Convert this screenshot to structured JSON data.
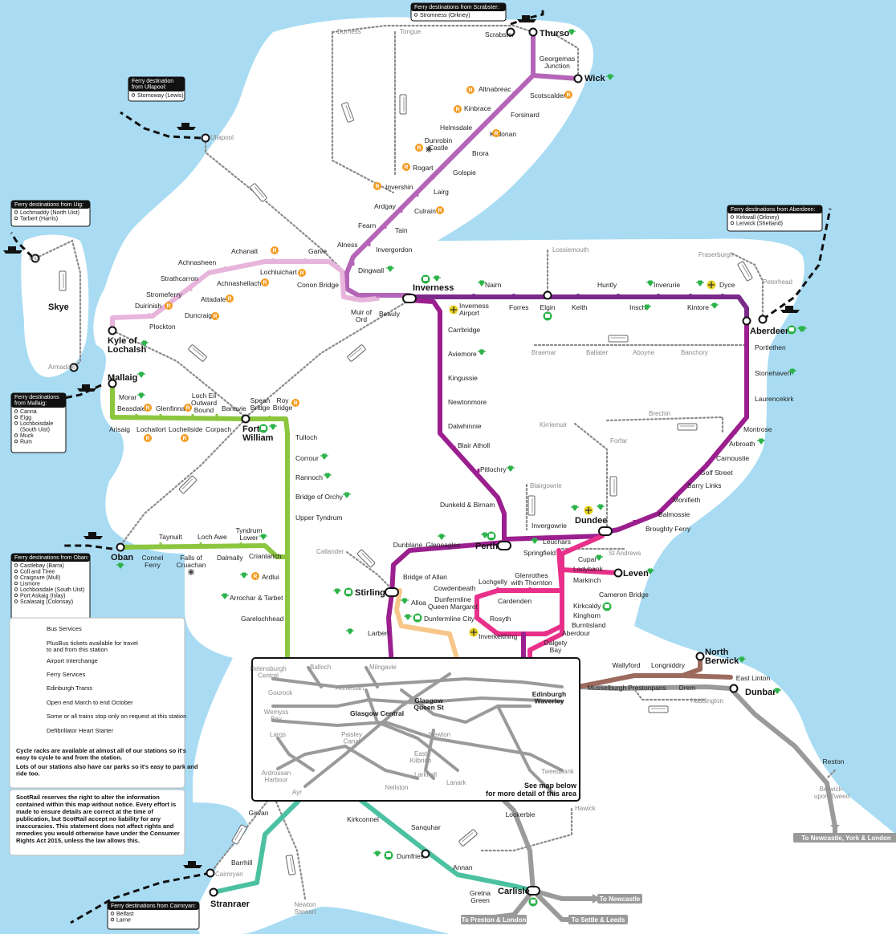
{
  "colors": {
    "sea": "#a9dcf3",
    "land": "#ffffff",
    "far_north": "#b565b8",
    "kyle": "#e7b4dc",
    "highland_main": "#9b1f8e",
    "aberdeen": "#7a2a8a",
    "west_highland": "#8cc63f",
    "fife": "#e8308a",
    "stirling_orange": "#f7c68a",
    "central_grey": "#9a9a9a",
    "east_coast_brown": "#9c6b5e",
    "southwest_teal": "#4cc1a2",
    "bus_dotted": "#8c8c8c",
    "ferry_dash": "#111111",
    "heart_green": "#2db34a",
    "request_orange": "#f39a1e",
    "airport_yellow": "#e8d21c"
  },
  "major_stations": [
    {
      "key": "thurso",
      "label": "Thurso"
    },
    {
      "key": "wick",
      "label": "Wick"
    },
    {
      "key": "inverness",
      "label": "Inverness"
    },
    {
      "key": "kyle",
      "label": "Kyle of\nLochalsh"
    },
    {
      "key": "mallaig",
      "label": "Mallaig"
    },
    {
      "key": "fort_william",
      "label": "Fort\nWilliam"
    },
    {
      "key": "aberdeen",
      "label": "Aberdeen"
    },
    {
      "key": "oban",
      "label": "Oban"
    },
    {
      "key": "perth",
      "label": "Perth"
    },
    {
      "key": "dundee",
      "label": "Dundee"
    },
    {
      "key": "stirling",
      "label": "Stirling"
    },
    {
      "key": "leven",
      "label": "Leven"
    },
    {
      "key": "north_berwick",
      "label": "North\nBerwick"
    },
    {
      "key": "dunbar",
      "label": "Dunbar"
    },
    {
      "key": "carlisle",
      "label": "Carlisle"
    },
    {
      "key": "stranraer",
      "label": "Stranraer"
    }
  ],
  "stations": {
    "far_north": [
      "Scrabster",
      "Georgemas\nJunction",
      "Altnabreac",
      "Scotscalder",
      "Kinbrace",
      "Forsinard",
      "Helmsdale",
      "Kildonan",
      "Dunrobin\nCastle",
      "Brora",
      "Rogart",
      "Golspie",
      "Invershin",
      "Lairg",
      "Ardgay",
      "Culrain",
      "Fearn",
      "Tain",
      "Alness",
      "Invergordon",
      "Dingwall",
      "Conon Bridge",
      "Muir of\nOrd",
      "Beauly"
    ],
    "kyle": [
      "Achnasheen",
      "Achnashellach",
      "Achanalt",
      "Lochluichart",
      "Garve",
      "Strathcarron",
      "Stromeferry",
      "Attadale",
      "Duirinish",
      "Duncraig",
      "Plockton"
    ],
    "aberdeen_line": [
      "Nairn",
      "Inverness\nAirport",
      "Forres",
      "Elgin",
      "Keith",
      "Huntly",
      "Insch",
      "Inverurie",
      "Kintore",
      "Dyce"
    ],
    "highland_south": [
      "Carrbridge",
      "Aviemore",
      "Kingussie",
      "Newtonmore",
      "Dalwhinnie",
      "Blair Atholl",
      "Pitlochry",
      "Dunkeld & Birnam",
      "Invergowrie"
    ],
    "east_coast_north": [
      "Portlethen",
      "Stonehaven",
      "Laurencekirk",
      "Montrose",
      "Arbroath",
      "Carnoustie",
      "Golf Street",
      "Barry Links",
      "Monifieth",
      "Balmossie",
      "Broughty Ferry"
    ],
    "west_highland": [
      "Morar",
      "Beasdale",
      "Glenfinnan",
      "Loch Eil\nOutward\nBound",
      "Banavie",
      "Spean\nBridge",
      "Roy\nBridge",
      "Arisaig",
      "Lochailort",
      "Locheilside",
      "Corpach",
      "Tulloch",
      "Corrour",
      "Rannoch",
      "Bridge of Orchy",
      "Upper Tyndrum",
      "Taynuilt",
      "Loch Awe",
      "Tyndrum\nLower",
      "Connel\nFerry",
      "Falls of\nCruachan",
      "Dalmally",
      "Crianlarich",
      "Ardlui",
      "Arrochar & Tarbet",
      "Garelochhead"
    ],
    "fife": [
      "Leuchars",
      "Springfield",
      "Cupar",
      "Ladybank",
      "Markinch",
      "Cameron Bridge",
      "Glenrothes\nwith Thornton",
      "Lochgelly",
      "Cardenden",
      "Cowdenbeath",
      "Kirkcaldy",
      "Kinghorn",
      "Burntisland",
      "Aberdour",
      "Dalgety\nBay",
      "Inverkeithing",
      "Rosyth",
      "Dunfermline\nQueen Margaret",
      "Dunfermline City"
    ],
    "central": [
      "Dunblane",
      "Gleneagles",
      "Bridge of Allan",
      "Alloa",
      "Larbert"
    ],
    "east_coast_south": [
      "Wallyford",
      "Longniddry",
      "Musselburgh",
      "Prestonpans",
      "Drem",
      "East Linton",
      "Reston"
    ],
    "southwest": [
      "Girvan",
      "Barrhill",
      "Kirkconnel",
      "Sanquhar",
      "Dumfries",
      "Annan",
      "Gretna\nGreen",
      "Lockerbie"
    ]
  },
  "grey_places": [
    "Durness",
    "Tongue",
    "Ullapool",
    "Lossiemouth",
    "Fraserburgh",
    "Peterhead",
    "Braemar",
    "Ballater",
    "Aboyne",
    "Banchory",
    "Kirriemuir",
    "Brechin",
    "Forfar",
    "Blairgowrie",
    "St Andrews",
    "Callander",
    "Haddington",
    "Tweedbank",
    "Hawick",
    "Berwick-\nupon-Tweed",
    "Cairnryan",
    "Newton\nStewart",
    "Uig",
    "Armadale"
  ],
  "islands": [
    {
      "label": "Skye"
    }
  ],
  "ferry_boxes": [
    {
      "key": "scrabster",
      "title": "Ferry destinations from Scrabster:",
      "items": [
        "Stromness (Orkney)"
      ]
    },
    {
      "key": "ullapool",
      "title": "Ferry destination\nfrom Ullapool:",
      "items": [
        "Stornoway (Lewis)"
      ]
    },
    {
      "key": "uig",
      "title": "Ferry destinations from Uig:",
      "items": [
        "Lochmaddy (North Uist)",
        "Tarbert (Harris)"
      ]
    },
    {
      "key": "aberdeen",
      "title": "Ferry destinations from Aberdeen:",
      "items": [
        "Kirkwall (Orkney)",
        "Lerwick (Shetland)"
      ]
    },
    {
      "key": "mallaig",
      "title": "Ferry destinations\nfrom Mallaig:",
      "items": [
        "Canna",
        "Eigg",
        "Lochboisdale\n(South Uist)",
        "Muck",
        "Rum"
      ]
    },
    {
      "key": "oban",
      "title": "Ferry destinations from Oban:",
      "items": [
        "Castlebay (Barra)",
        "Coll and Tiree",
        "Craignure (Mull)",
        "Lismore",
        "Lochboisdale (South Uist)",
        "Port Askaig (Islay)",
        "Scalasaig (Colonsay)"
      ]
    },
    {
      "key": "cairnryan",
      "title": "Ferry destinations from Cairnryan:",
      "items": [
        "Belfast",
        "Larne"
      ]
    }
  ],
  "inset": {
    "places": [
      "Helensburgh\nCentral",
      "Balloch",
      "Milngavie",
      "Gourock",
      "Annieslan",
      "Glasgow\nQueen St",
      "Glasgow Central",
      "Wemyss\nBay",
      "Largs",
      "Paisley\nCanal",
      "Newton",
      "East\nKilbride",
      "Larkhall",
      "Lanark",
      "Ardrossan\nHarbour",
      "Neilston",
      "Ayr",
      "Edinburgh\nWaverley"
    ],
    "note": "See map below\nfor more detail of this area"
  },
  "destinations": [
    "To Newcastle, York & London",
    "To Newcastle",
    "To Preston & London",
    "To Settle & Leeds"
  ],
  "legend": {
    "items": [
      "Bus Services",
      "PlusBus tickets available for travel\nto and from this station",
      "Airport Interchange",
      "Ferry Services",
      "Edinburgh Trams",
      "Open end March to end October",
      "Some or all trains stop only on request at this station",
      "Defibrillator Heart Starter"
    ],
    "note1": "Cycle racks are available at almost all of our stations so it's\neasy to cycle to and from the station.",
    "note2": "Lots of our stations also have car parks so it's easy to park and\nride too."
  },
  "disclaimer": "ScotRail reserves the right to alter the information\ncontained within this map without notice. Every effort is\nmade to ensure details are correct at the time of\npublication, but ScotRail accept no liability for any\ninaccuracies. This statement does not affect rights and\nremedies you would otherwise have under the Consumer\nRights Act 2015, unless the law allows this.",
  "icons": [
    "heart-icon",
    "bus-icon",
    "ferry-icon",
    "tram-icon",
    "airport-icon",
    "request-stop-icon",
    "seasonal-icon",
    "plusbus-icon"
  ]
}
